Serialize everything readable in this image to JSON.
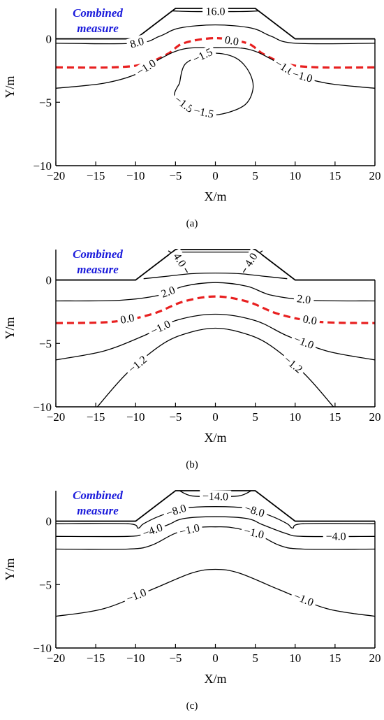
{
  "chart_data": [
    {
      "type": "contour",
      "panel": "(a)",
      "xlabel": "X/m",
      "ylabel": "Y/m",
      "xlim": [
        -20,
        20
      ],
      "ylim": [
        -10,
        2.4
      ],
      "xticks": [
        -20,
        -15,
        -10,
        -5,
        0,
        5,
        10,
        15,
        20
      ],
      "xtick_labels": [
        "−20",
        "−15",
        "−10",
        "−5",
        "0",
        "5",
        "10",
        "15",
        "20"
      ],
      "yticks": [
        0,
        -5,
        -10
      ],
      "ytick_labels": [
        "0",
        "−5",
        "−10"
      ],
      "annotation": [
        "Combined",
        "measure"
      ],
      "embankment": {
        "top_y": 2.4,
        "top_half_width": 5,
        "base_half_width": 10
      },
      "contours": [
        {
          "label": "16.0",
          "color": "#000000",
          "dashed": false,
          "points": [
            [
              -5.4,
              2.2
            ],
            [
              -3,
              2.15
            ],
            [
              0,
              2.15
            ],
            [
              3,
              2.15
            ],
            [
              5.4,
              2.2
            ]
          ]
        },
        {
          "label": "8.0",
          "color": "#000000",
          "dashed": false,
          "points": [
            [
              -20,
              -0.35
            ],
            [
              -10,
              -0.35
            ],
            [
              -7,
              0.2
            ],
            [
              -4.5,
              0.85
            ],
            [
              0,
              1.1
            ],
            [
              4.5,
              0.85
            ],
            [
              7,
              0.2
            ],
            [
              10,
              -0.35
            ],
            [
              20,
              -0.35
            ]
          ]
        },
        {
          "label": "0.0",
          "color": "#e82020",
          "dashed": true,
          "points": [
            [
              -20,
              -2.25
            ],
            [
              -13,
              -2.25
            ],
            [
              -9,
              -2.0
            ],
            [
              -6,
              -1.2
            ],
            [
              -4,
              -0.35
            ],
            [
              0,
              0.05
            ],
            [
              4,
              -0.35
            ],
            [
              6,
              -1.2
            ],
            [
              9,
              -2.0
            ],
            [
              13,
              -2.25
            ],
            [
              20,
              -2.25
            ]
          ]
        },
        {
          "label": "−1.0",
          "color": "#000000",
          "dashed": false,
          "points": [
            [
              -20,
              -3.9
            ],
            [
              -14,
              -3.5
            ],
            [
              -10,
              -2.8
            ],
            [
              -7,
              -1.6
            ],
            [
              -4,
              -0.8
            ],
            [
              0,
              -0.7
            ],
            [
              4,
              -0.8
            ],
            [
              7,
              -1.6
            ],
            [
              10,
              -2.8
            ],
            [
              14,
              -3.5
            ],
            [
              20,
              -3.9
            ]
          ]
        },
        {
          "label": "−1.5",
          "color": "#000000",
          "dashed": false,
          "points": [
            [
              -4.5,
              -3.5
            ],
            [
              -3.8,
              -2.0
            ],
            [
              -1.5,
              -1.3
            ],
            [
              0.5,
              -1.15
            ],
            [
              2.8,
              -1.6
            ],
            [
              4.3,
              -2.7
            ],
            [
              4.7,
              -4.0
            ],
            [
              3.5,
              -5.3
            ],
            [
              0,
              -6.0
            ],
            [
              -3,
              -5.6
            ],
            [
              -5.1,
              -4.6
            ],
            [
              -4.5,
              -3.5
            ]
          ]
        }
      ]
    },
    {
      "type": "contour",
      "panel": "(b)",
      "xlabel": "X/m",
      "ylabel": "Y/m",
      "xlim": [
        -20,
        20
      ],
      "ylim": [
        -10,
        2.4
      ],
      "xticks": [
        -20,
        -15,
        -10,
        -5,
        0,
        5,
        10,
        15,
        20
      ],
      "xtick_labels": [
        "−20",
        "−15",
        "−10",
        "−5",
        "0",
        "5",
        "10",
        "15",
        "20"
      ],
      "yticks": [
        0,
        -5,
        -10
      ],
      "ytick_labels": [
        "0",
        "−5",
        "−10"
      ],
      "annotation": [
        "Combined",
        "measure"
      ],
      "embankment": {
        "top_y": 2.4,
        "top_half_width": 5,
        "base_half_width": 10
      },
      "contours": [
        {
          "label": "4.0",
          "color": "#000000",
          "dashed": false,
          "points": [
            [
              -5.9,
              2.3
            ],
            [
              -4.6,
              1.7
            ],
            [
              -4.0,
              1.1
            ],
            [
              -3.5,
              0.6
            ]
          ]
        },
        {
          "label": "4.0",
          "color": "#000000",
          "dashed": false,
          "points": [
            [
              5.9,
              2.3
            ],
            [
              4.6,
              1.7
            ],
            [
              4.0,
              1.1
            ],
            [
              3.5,
              0.6
            ]
          ]
        },
        {
          "label": "",
          "color": "#000000",
          "dashed": false,
          "points": [
            [
              -5,
              2.2
            ],
            [
              0,
              2.2
            ],
            [
              5,
              2.2
            ]
          ]
        },
        {
          "label": "",
          "color": "#000000",
          "dashed": false,
          "points": [
            [
              -9,
              0.1
            ],
            [
              -6,
              0.3
            ],
            [
              -3,
              0.5
            ],
            [
              0,
              0.55
            ],
            [
              3,
              0.5
            ],
            [
              6,
              0.3
            ],
            [
              9,
              0.1
            ]
          ]
        },
        {
          "label": "2.0",
          "color": "#000000",
          "dashed": false,
          "points": [
            [
              -20,
              -1.65
            ],
            [
              -12,
              -1.6
            ],
            [
              -7,
              -1.2
            ],
            [
              -4,
              -0.5
            ],
            [
              0,
              -0.2
            ],
            [
              4,
              -0.5
            ],
            [
              7,
              -1.2
            ],
            [
              12,
              -1.6
            ],
            [
              20,
              -1.65
            ]
          ]
        },
        {
          "label": "0.0",
          "color": "#e82020",
          "dashed": true,
          "points": [
            [
              -20,
              -3.4
            ],
            [
              -13,
              -3.3
            ],
            [
              -8,
              -2.7
            ],
            [
              -4,
              -1.7
            ],
            [
              0,
              -1.3
            ],
            [
              4,
              -1.7
            ],
            [
              8,
              -2.7
            ],
            [
              13,
              -3.3
            ],
            [
              20,
              -3.4
            ]
          ]
        },
        {
          "label": "−1.0",
          "color": "#000000",
          "dashed": false,
          "points": [
            [
              -20,
              -6.3
            ],
            [
              -14,
              -5.6
            ],
            [
              -9,
              -4.4
            ],
            [
              -5,
              -3.2
            ],
            [
              0,
              -2.7
            ],
            [
              5,
              -3.2
            ],
            [
              9,
              -4.4
            ],
            [
              14,
              -5.6
            ],
            [
              20,
              -6.3
            ]
          ]
        },
        {
          "label": "−1.2",
          "color": "#000000",
          "dashed": false,
          "points": [
            [
              -14.8,
              -10
            ],
            [
              -11,
              -7.3
            ],
            [
              -6.5,
              -5.0
            ],
            [
              -3,
              -4.1
            ],
            [
              0,
              -3.8
            ],
            [
              3,
              -4.1
            ],
            [
              6.5,
              -5.0
            ],
            [
              11,
              -7.3
            ],
            [
              14.8,
              -10
            ]
          ]
        }
      ]
    },
    {
      "type": "contour",
      "panel": "(c)",
      "xlabel": "X/m",
      "ylabel": "Y/m",
      "xlim": [
        -20,
        20
      ],
      "ylim": [
        -10,
        2.4
      ],
      "xticks": [
        -20,
        -15,
        -10,
        -5,
        0,
        5,
        10,
        15,
        20
      ],
      "xtick_labels": [
        "−20",
        "−15",
        "−10",
        "−5",
        "0",
        "5",
        "10",
        "15",
        "20"
      ],
      "yticks": [
        0,
        -5,
        -10
      ],
      "ytick_labels": [
        "0",
        "−5",
        "−10"
      ],
      "annotation": [
        "Combined",
        "measure"
      ],
      "embankment": {
        "top_y": 2.4,
        "top_half_width": 5,
        "base_half_width": 10
      },
      "contours": [
        {
          "label": "−14.0",
          "color": "#000000",
          "dashed": false,
          "points": [
            [
              -4.5,
              2.4
            ],
            [
              -3,
              2.0
            ],
            [
              0,
              1.95
            ],
            [
              3,
              2.0
            ],
            [
              4.5,
              2.4
            ]
          ]
        },
        {
          "label": "−8.0",
          "color": "#000000",
          "dashed": false,
          "points": [
            [
              -20,
              -0.2
            ],
            [
              -11,
              -0.2
            ],
            [
              -9.7,
              -0.55
            ],
            [
              -9,
              -0.2
            ],
            [
              -7,
              0.4
            ],
            [
              -4,
              1.0
            ],
            [
              0,
              1.15
            ],
            [
              4,
              1.0
            ],
            [
              7,
              0.4
            ],
            [
              9,
              -0.2
            ],
            [
              9.7,
              -0.55
            ],
            [
              11,
              -0.2
            ],
            [
              20,
              -0.2
            ]
          ]
        },
        {
          "label": "−4.0",
          "color": "#000000",
          "dashed": false,
          "points": [
            [
              -20,
              -1.2
            ],
            [
              -11,
              -1.2
            ],
            [
              -9,
              -1.0
            ],
            [
              -6,
              -0.3
            ],
            [
              -4,
              0.2
            ],
            [
              0,
              0.35
            ],
            [
              4,
              0.2
            ],
            [
              6,
              -0.3
            ],
            [
              9,
              -1.0
            ],
            [
              11,
              -1.2
            ],
            [
              20,
              -1.2
            ]
          ]
        },
        {
          "label": "−1.0",
          "color": "#000000",
          "dashed": false,
          "points": [
            [
              -20,
              -2.2
            ],
            [
              -11,
              -2.2
            ],
            [
              -8,
              -1.9
            ],
            [
              -5,
              -0.95
            ],
            [
              -2,
              -0.5
            ],
            [
              0,
              -0.45
            ],
            [
              2,
              -0.5
            ],
            [
              5,
              -0.95
            ],
            [
              8,
              -1.9
            ],
            [
              11,
              -2.2
            ],
            [
              20,
              -2.2
            ]
          ]
        },
        {
          "label": "−1.0",
          "color": "#000000",
          "dashed": false,
          "points": [
            [
              -20,
              -7.5
            ],
            [
              -14,
              -6.9
            ],
            [
              -8,
              -5.4
            ],
            [
              -3,
              -4.1
            ],
            [
              0,
              -3.8
            ],
            [
              3,
              -4.1
            ],
            [
              8,
              -5.4
            ],
            [
              14,
              -6.9
            ],
            [
              20,
              -7.5
            ]
          ]
        }
      ]
    }
  ],
  "captions": [
    "(a)",
    "(b)",
    "(c)"
  ]
}
